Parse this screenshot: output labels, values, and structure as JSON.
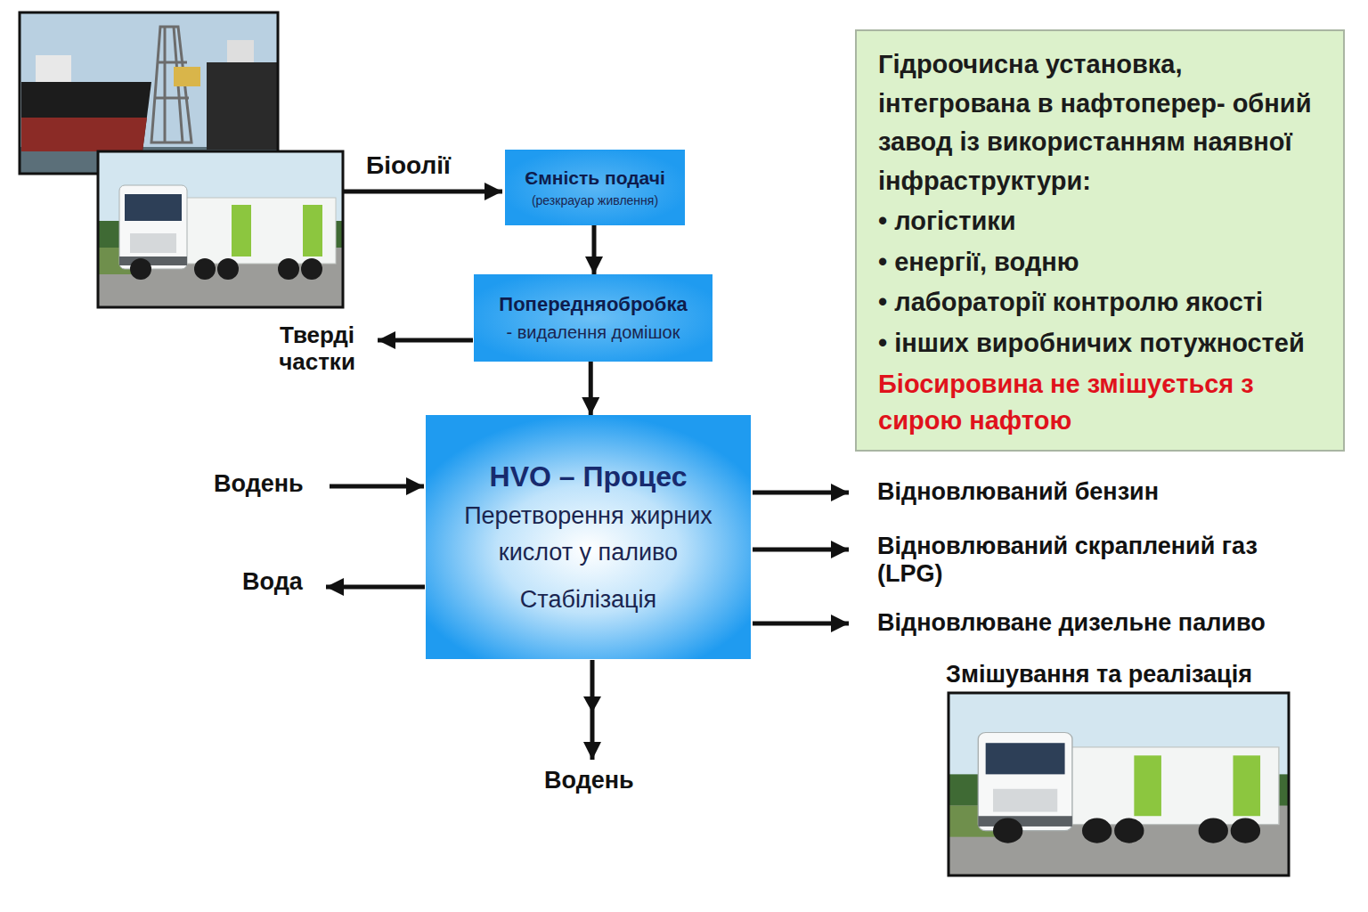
{
  "diagram": {
    "nodes": [
      {
        "text": [
          "Ємність подачі",
          "(резкрауар живлення)"
        ]
      },
      {
        "text": [
          "Попередняобробка",
          "- видалення домішок"
        ]
      },
      {
        "text": [
          "HVO – Процес",
          "Перетворення жирних кислот у паливо",
          "Стабілізація"
        ]
      },
      {
        "text": [
          "Гідроочисна установка, інтегрована в нафтоперер- обний завод із використанням наявної інфраструктури:",
          "• логістики",
          "• енергії, водню",
          "• лабораторії контролю якості",
          "• інших виробничих потужностей",
          "Біосировина не змішується з сирою нафтою"
        ]
      }
    ],
    "edges": [
      {
        "from": 0,
        "to": 1,
        "arrow": "to"
      },
      {
        "from": 1,
        "to": 2,
        "arrow": "to"
      }
    ],
    "labels": [
      "Біоолії",
      "Тверді частки",
      "Водень",
      "Вода",
      "Відновлюваний бензин",
      "Відновлюваний скраплений газ (LPG)",
      "Відновлюване дизельне паливо",
      "Водень",
      "Змішування та реалізація"
    ]
  }
}
